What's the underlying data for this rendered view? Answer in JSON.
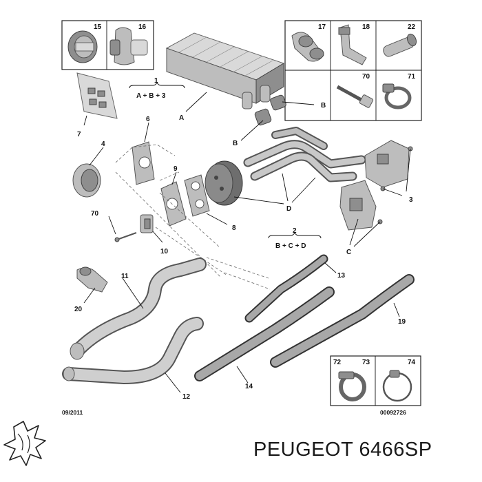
{
  "callouts": {
    "c15": "15",
    "c16": "16",
    "c17": "17",
    "c18": "18",
    "c22": "22",
    "c70a": "70",
    "c71": "71",
    "c7": "7",
    "c6": "6",
    "c4": "4",
    "c9": "9",
    "c70b": "70",
    "c10": "10",
    "c8": "8",
    "c3": "3",
    "c11": "11",
    "c20": "20",
    "c13": "13",
    "c19": "19",
    "c14": "14",
    "c12": "12",
    "c72": "72",
    "c73": "73",
    "c74": "74",
    "cA": "A",
    "cB1": "B",
    "cB2": "B",
    "cC": "C",
    "cD": "D"
  },
  "formulas": {
    "f1_num": "1",
    "f1_expr": "A + B + 3",
    "f2_num": "2",
    "f2_expr": "B + C + D"
  },
  "footer": {
    "date": "09/2011",
    "ref": "00092726"
  },
  "brand": {
    "text": "PEUGEOT 6466SP"
  }
}
